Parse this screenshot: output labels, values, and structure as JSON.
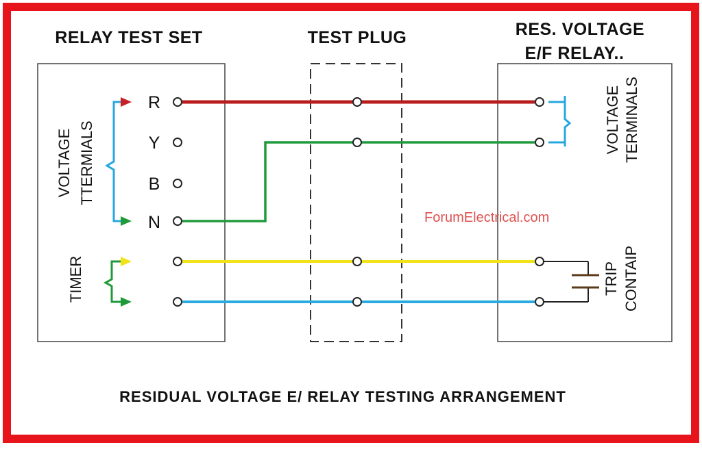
{
  "headers": {
    "relay_test_set": "RELAY TEST SET",
    "test_plug": "TEST PLUG",
    "relay_line1": "RES. VOLTAGE",
    "relay_line2": "E/F RELAY.."
  },
  "test_set": {
    "terminals": [
      "R",
      "Y",
      "B",
      "N"
    ],
    "voltage_label_line1": "VOLTAGE",
    "voltage_label_line2": "TTERMIALS",
    "timer_label": "TIMER"
  },
  "relay": {
    "voltage_label_line1": "VOLTAGE",
    "voltage_label_line2": "TERMINALS",
    "trip_label_line1": "TRIP",
    "trip_label_line2": "CONTAIP"
  },
  "watermark": "ForumElectrical.com",
  "footer": "RESIDUAL  VOLTAGE E/ RELAY TESTING ARRANGEMENT",
  "colors": {
    "frame": "#e8141c",
    "r_wire": "#b81c1c",
    "n_wire": "#1f9a3a",
    "timer_wire1": "#f2e21a",
    "timer_wire2": "#2aaae0",
    "brace_blue": "#27a7df",
    "brace_green": "#1f9a3a",
    "arrow_red": "#c62026",
    "arrow_yellow": "#f2e21a",
    "arrow_green": "#1f9a3a",
    "contact": "#5a3a1a",
    "watermark": "#e0524f"
  }
}
